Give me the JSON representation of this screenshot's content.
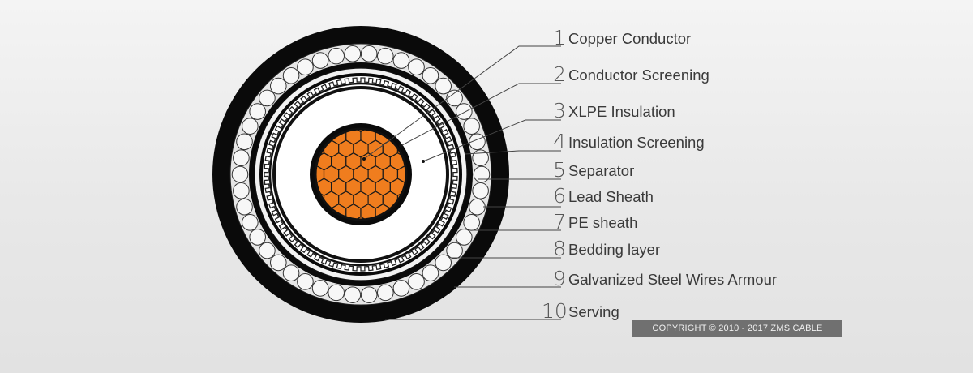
{
  "layers": [
    {
      "num": "1",
      "label": "Copper Conductor"
    },
    {
      "num": "2",
      "label": "Conductor Screening"
    },
    {
      "num": "3",
      "label": "XLPE Insulation"
    },
    {
      "num": "4",
      "label": "Insulation Screening"
    },
    {
      "num": "5",
      "label": "Separator"
    },
    {
      "num": "6",
      "label": "Lead Sheath"
    },
    {
      "num": "7",
      "label": "PE sheath"
    },
    {
      "num": "8",
      "label": "Bedding layer"
    },
    {
      "num": "9",
      "label": "Galvanized Steel Wires Armour"
    },
    {
      "num": "10",
      "label": "Serving"
    }
  ],
  "copyright": "COPYRIGHT © 2010 - 2017 ZMS CABLE",
  "colors": {
    "conductor": "#f07d1e",
    "sheath": "#0a0a0a",
    "insulation": "#ffffff",
    "background": "#ebebeb"
  }
}
